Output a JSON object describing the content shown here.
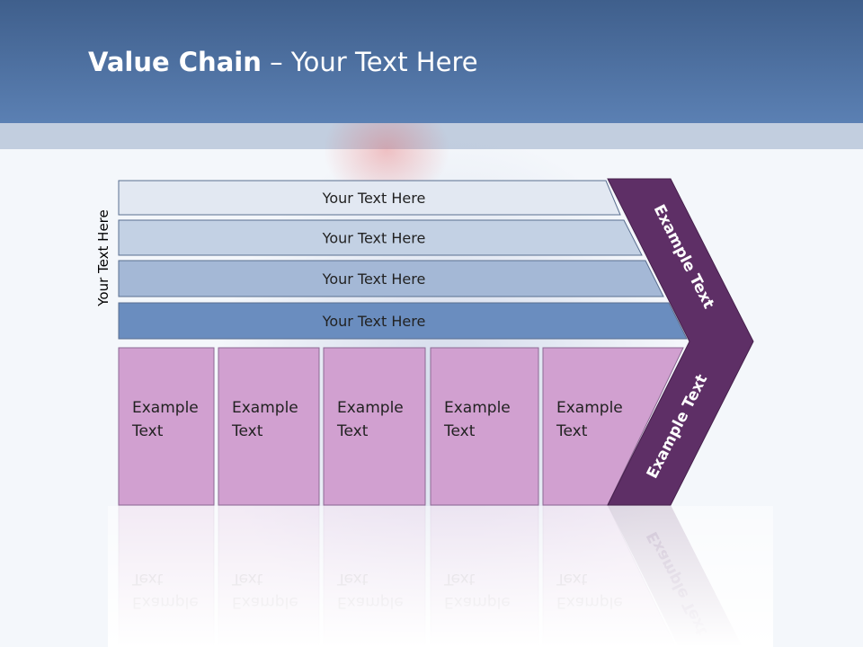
{
  "slide": {
    "title_bold": "Value Chain",
    "title_rest": " – Your Text Here",
    "side_label": "Your Text Here"
  },
  "support_bars": [
    {
      "label": "Your Text Here",
      "color": "#e2e8f2"
    },
    {
      "label": "Your Text Here",
      "color": "#c3d1e4"
    },
    {
      "label": "Your Text Here",
      "color": "#a4b8d6"
    },
    {
      "label": "Your Text Here",
      "color": "#6a8dbf"
    }
  ],
  "primary_cells": [
    {
      "line1": "Example",
      "line2": "Text"
    },
    {
      "line1": "Example",
      "line2": "Text"
    },
    {
      "line1": "Example",
      "line2": "Text"
    },
    {
      "line1": "Example",
      "line2": "Text"
    },
    {
      "line1": "Example",
      "line2": "Text"
    }
  ],
  "chevron": {
    "upper_label": "Example Text",
    "lower_label": "Example Text",
    "color": "#5e2f66"
  },
  "colors": {
    "cell_fill": "#d1a0d0",
    "header": "#4a6fa3"
  }
}
